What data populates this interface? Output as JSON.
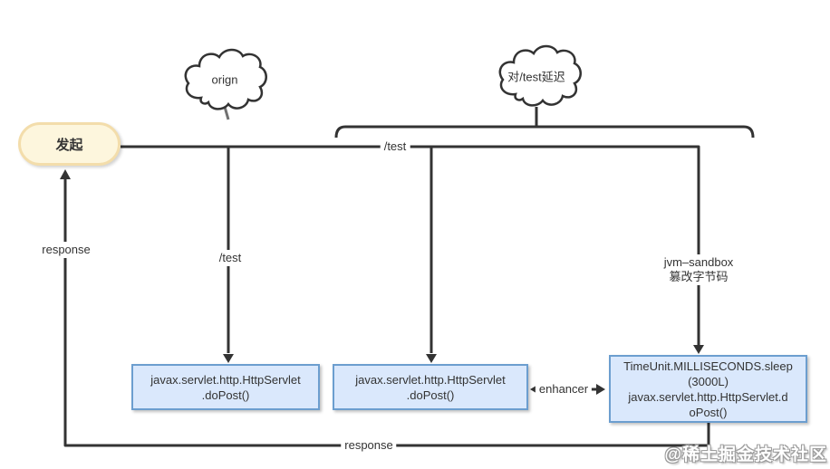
{
  "nodes": {
    "origin_cloud": {
      "label": "orign"
    },
    "delay_cloud": {
      "label": "对/test延迟"
    },
    "initiator": {
      "label": "发起"
    },
    "servlet_box_1": {
      "lines": [
        "javax.servlet.http.HttpServlet",
        ".doPost()"
      ]
    },
    "servlet_box_2": {
      "lines": [
        "javax.servlet.http.HttpServlet",
        ".doPost()"
      ]
    },
    "sleep_box": {
      "lines": [
        "TimeUnit.MILLISECONDS.sleep",
        "(3000L)",
        "javax.servlet.http.HttpServlet.d",
        "oPost()"
      ]
    }
  },
  "edge_labels": {
    "test_main": "/test",
    "test_branch": "/test",
    "response_left": "response",
    "response_bottom": "response",
    "enhancer": "enhancer",
    "jvm_sandbox": {
      "lines": [
        "jvm–sandbox",
        "篡改字节码"
      ]
    }
  },
  "watermark": "@稀土掘金技术社区",
  "colors": {
    "background": "#ffffff",
    "line": "#333333",
    "label_text": "#333333",
    "box_fill": "#dae8fc",
    "box_border": "#6c9ecf",
    "initiator_fill": "#fdf6dd",
    "initiator_border": "#f3ddab"
  }
}
